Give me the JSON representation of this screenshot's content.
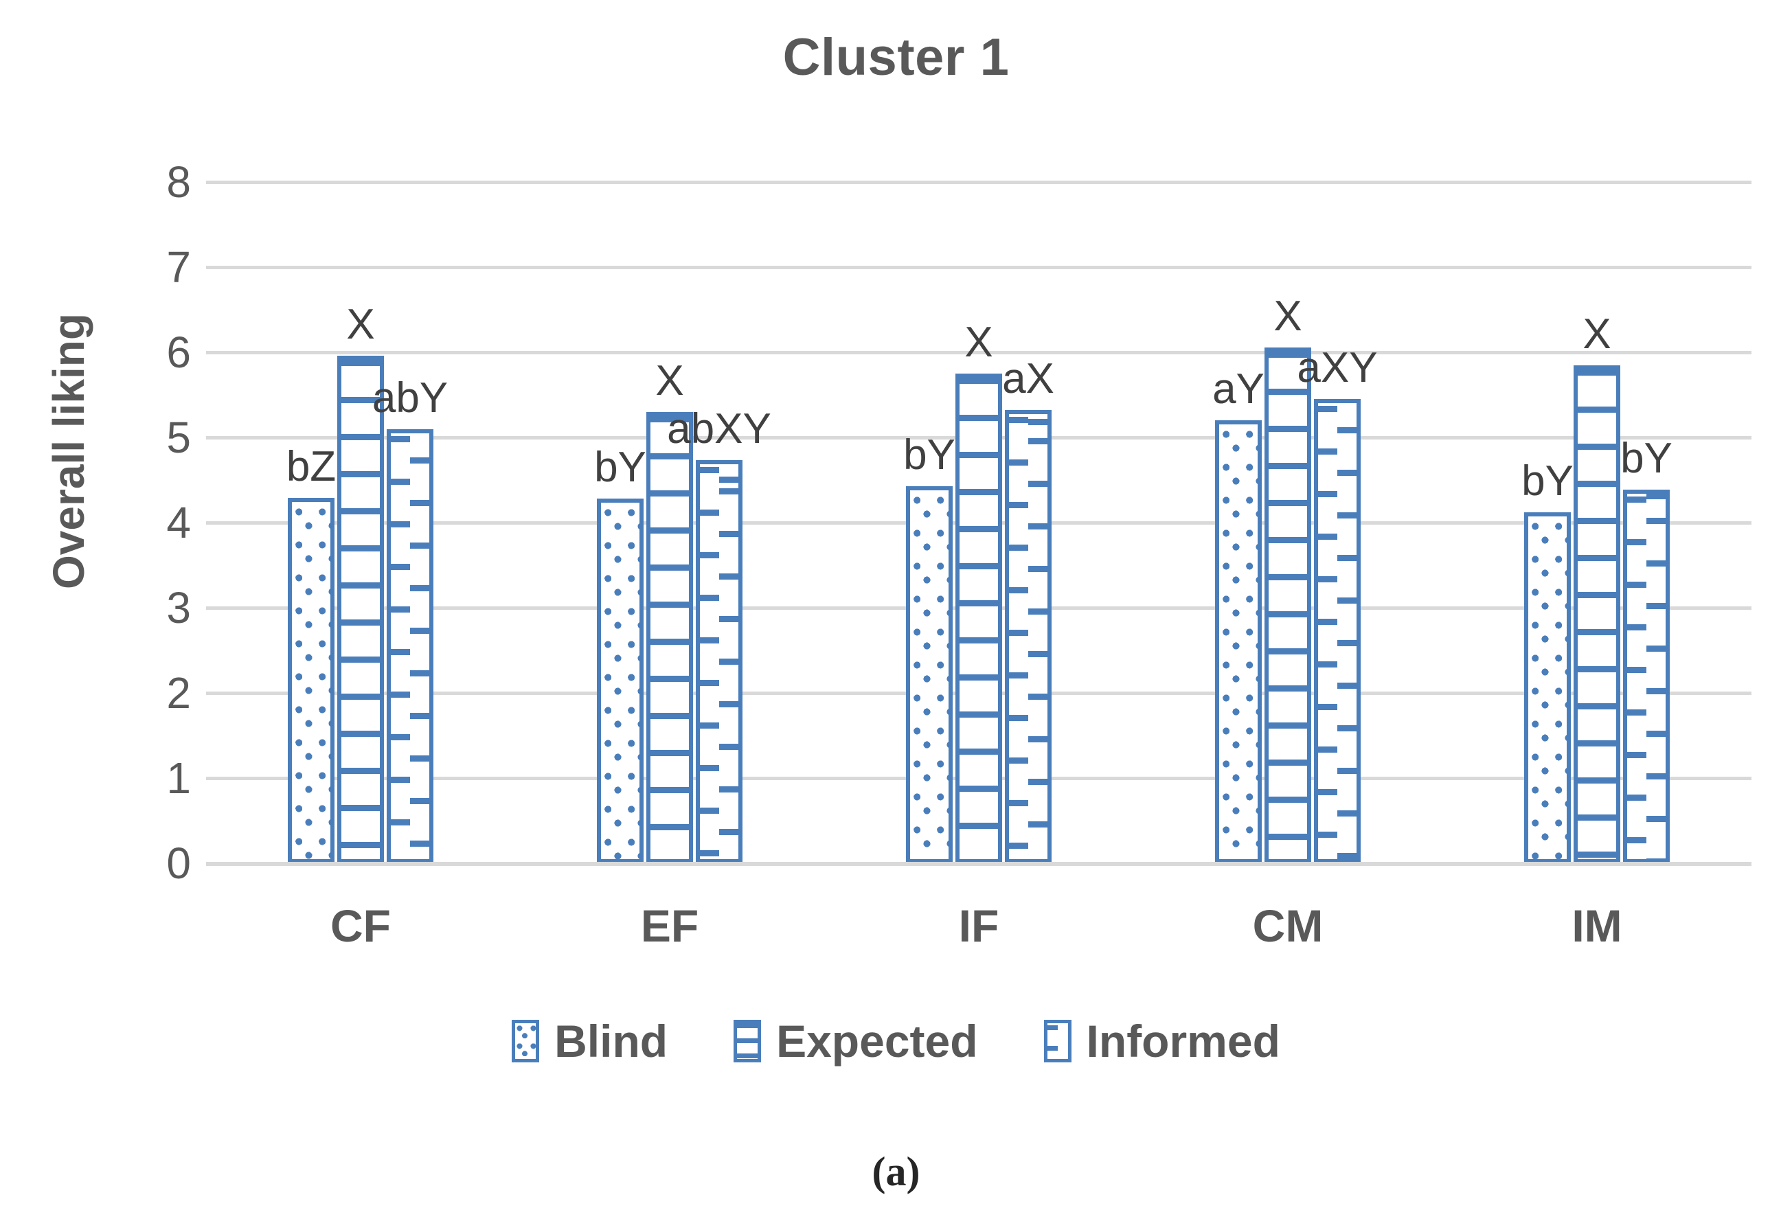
{
  "chart_data": {
    "type": "bar",
    "title": "Cluster 1",
    "xlabel": "",
    "ylabel": "Overall liking",
    "ylim": [
      0,
      8
    ],
    "yticks": [
      8,
      7,
      6,
      5,
      4,
      3,
      2,
      1,
      0
    ],
    "grid": true,
    "legend_position": "bottom",
    "categories": [
      "CF",
      "EF",
      "IF",
      "CM",
      "IM"
    ],
    "series": [
      {
        "name": "Blind",
        "pattern": "dotted",
        "color": "#4a7ebb",
        "values": [
          4.29,
          4.28,
          4.43,
          5.2,
          4.12
        ],
        "annotations": [
          "bZ",
          "bY",
          "bY",
          "aY",
          "bY"
        ]
      },
      {
        "name": "Expected",
        "pattern": "horizontal-lines",
        "color": "#4a7ebb",
        "values": [
          5.96,
          5.3,
          5.75,
          6.06,
          5.85
        ],
        "annotations": [
          "X",
          "X",
          "X",
          "X",
          "X"
        ]
      },
      {
        "name": "Informed",
        "pattern": "dashed-lines",
        "color": "#4a7ebb",
        "values": [
          5.1,
          4.73,
          5.32,
          5.45,
          4.39
        ],
        "annotations": [
          "abY",
          "abXY",
          "aX",
          "aXY",
          "bY"
        ]
      }
    ]
  },
  "figure": {
    "caption": "(a)"
  },
  "colors": {
    "bar_stroke": "#4a7ebb",
    "gridline": "#d9d9d9",
    "axis_text": "#595959",
    "annotation_text": "#404040"
  }
}
